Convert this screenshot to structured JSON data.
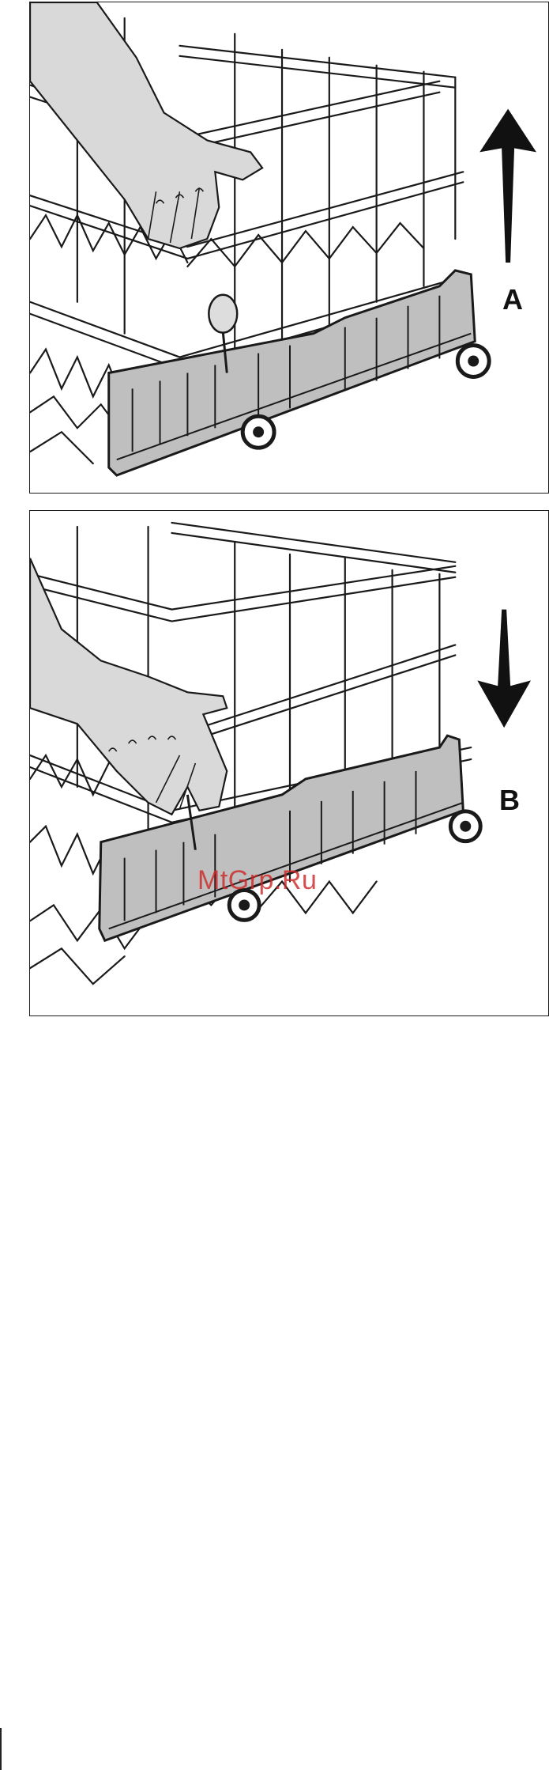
{
  "figures": [
    {
      "id": "A",
      "label": "A",
      "arrow": "up",
      "caption": ""
    },
    {
      "id": "B",
      "label": "B",
      "arrow": "down",
      "caption": ""
    }
  ],
  "watermark": "MtGrp.Ru",
  "colors": {
    "line": "#1a1a1a",
    "hand_fill": "#d9d9d9",
    "rack_part": "#bfbfbf",
    "watermark": "#cd2828"
  },
  "icons": [
    "arrow-up-icon",
    "arrow-down-icon",
    "hand-icon",
    "wheel-icon"
  ]
}
